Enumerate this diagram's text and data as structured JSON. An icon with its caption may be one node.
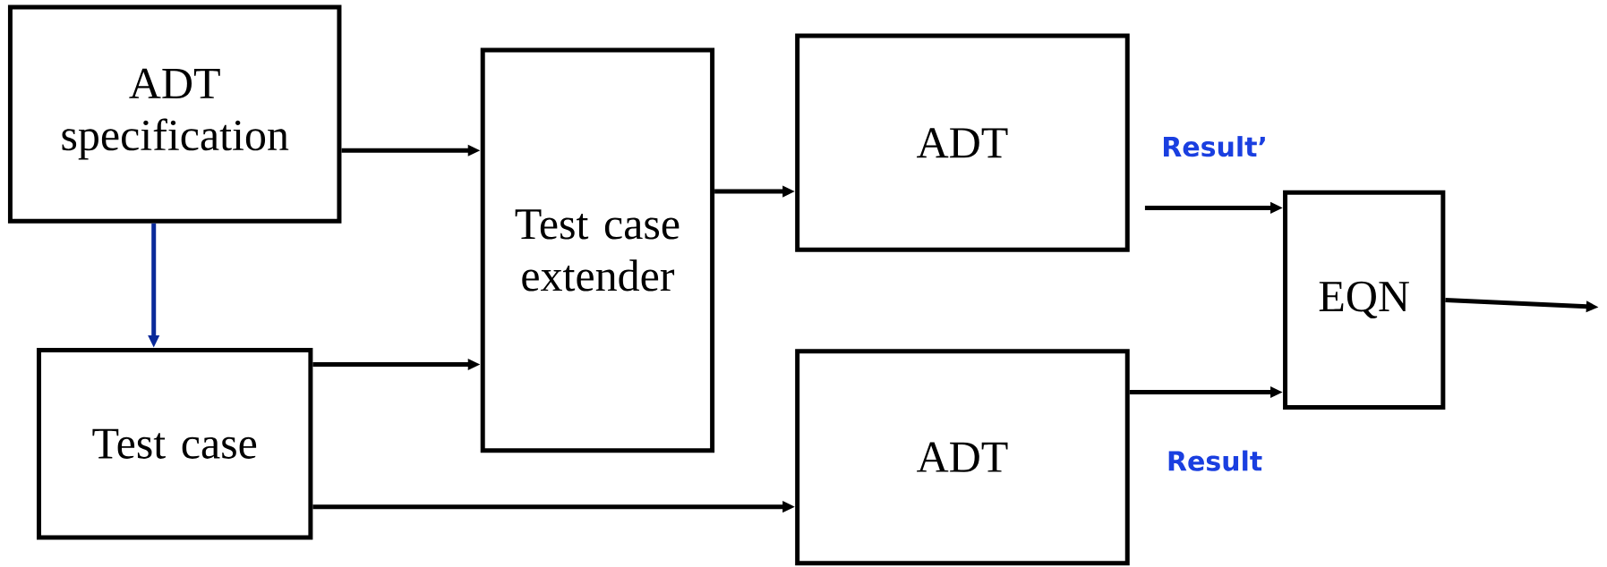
{
  "diagram": {
    "nodes": [
      {
        "text": [
          "ADT specification"
        ]
      },
      {
        "text": [
          "Test case"
        ]
      },
      {
        "text": [
          "Test case extender"
        ]
      },
      {
        "text": [
          "ADT"
        ]
      },
      {
        "text": [
          "ADT"
        ]
      },
      {
        "text": [
          "EQN"
        ]
      }
    ],
    "edges": [
      {
        "from": 0,
        "to": 2,
        "arrow": "to"
      },
      {
        "from": 0,
        "to": 1,
        "arrow": "to",
        "color": "#0a2a9a"
      },
      {
        "from": 1,
        "to": 2,
        "arrow": "to"
      },
      {
        "from": 2,
        "to": 3,
        "arrow": "to"
      },
      {
        "from": 1,
        "to": 4,
        "arrow": "to"
      },
      {
        "from": 3,
        "to": 5,
        "arrow": "to",
        "label": "Result’"
      },
      {
        "from": 4,
        "to": 5,
        "arrow": "to",
        "label": "Result"
      },
      {
        "from": 5,
        "to": null,
        "arrow": "to"
      }
    ]
  }
}
